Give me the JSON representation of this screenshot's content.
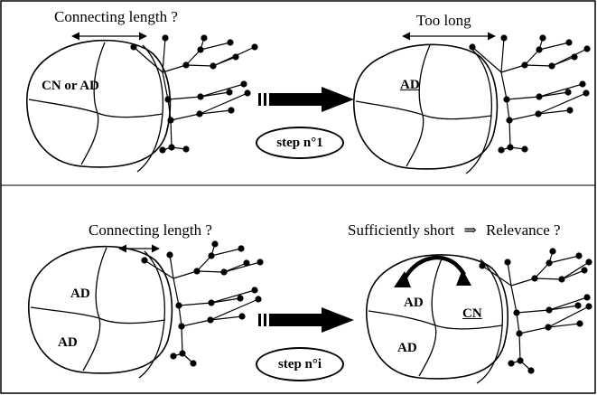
{
  "figure": {
    "border_color": "#000000",
    "panels": [
      {
        "id": "top-left",
        "header": "Connecting length ?",
        "regions": [
          "CN or AD"
        ]
      },
      {
        "id": "top-right",
        "header": "Too long",
        "regions": [
          "AD"
        ]
      },
      {
        "id": "bottom-left",
        "header": "Connecting length ?",
        "regions": [
          "AD",
          "AD"
        ]
      },
      {
        "id": "bottom-right",
        "header_left": "Sufficiently  short",
        "header_symbol": "⇒",
        "header_right": "Relevance ?",
        "regions": [
          "AD",
          "AD",
          "CN"
        ]
      }
    ],
    "steps": [
      "step n°1",
      "step n°i"
    ]
  }
}
